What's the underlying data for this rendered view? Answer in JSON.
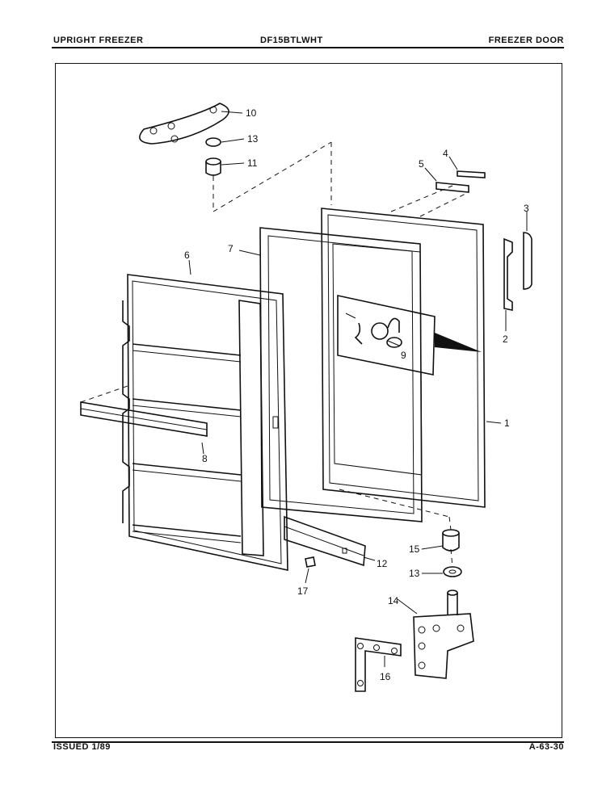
{
  "header": {
    "left": "UPRIGHT FREEZER",
    "center": "DF15BTLWHT",
    "right": "FREEZER DOOR"
  },
  "footer": {
    "left": "ISSUED 1/89",
    "right": "A-63-30"
  },
  "callouts": {
    "p1": "1",
    "p2": "2",
    "p3": "3",
    "p4": "4",
    "p5": "5",
    "p6": "6",
    "p7": "7",
    "p8": "8",
    "p9": "9",
    "p10": "10",
    "p11": "11",
    "p12": "12",
    "p13a": "13",
    "p13b": "13",
    "p14": "14",
    "p15": "15",
    "p16": "16",
    "p17": "17"
  }
}
